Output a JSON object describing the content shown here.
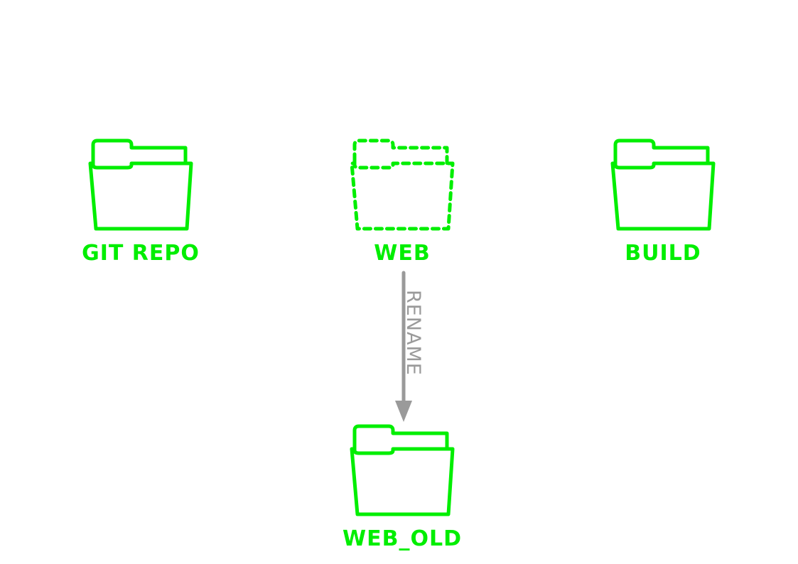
{
  "colors": {
    "folder": "#00ee00",
    "arrow": "#9a9a9a"
  },
  "nodes": {
    "git_repo": {
      "label": "GIT REPO",
      "icon": "folder-icon",
      "style": "solid"
    },
    "web": {
      "label": "WEB",
      "icon": "folder-icon",
      "style": "dashed"
    },
    "build": {
      "label": "BUILD",
      "icon": "folder-icon",
      "style": "solid"
    },
    "web_old": {
      "label": "WEB_OLD",
      "icon": "folder-icon",
      "style": "solid"
    }
  },
  "edges": {
    "rename": {
      "label": "RENAME",
      "from": "WEB",
      "to": "WEB_OLD"
    }
  }
}
